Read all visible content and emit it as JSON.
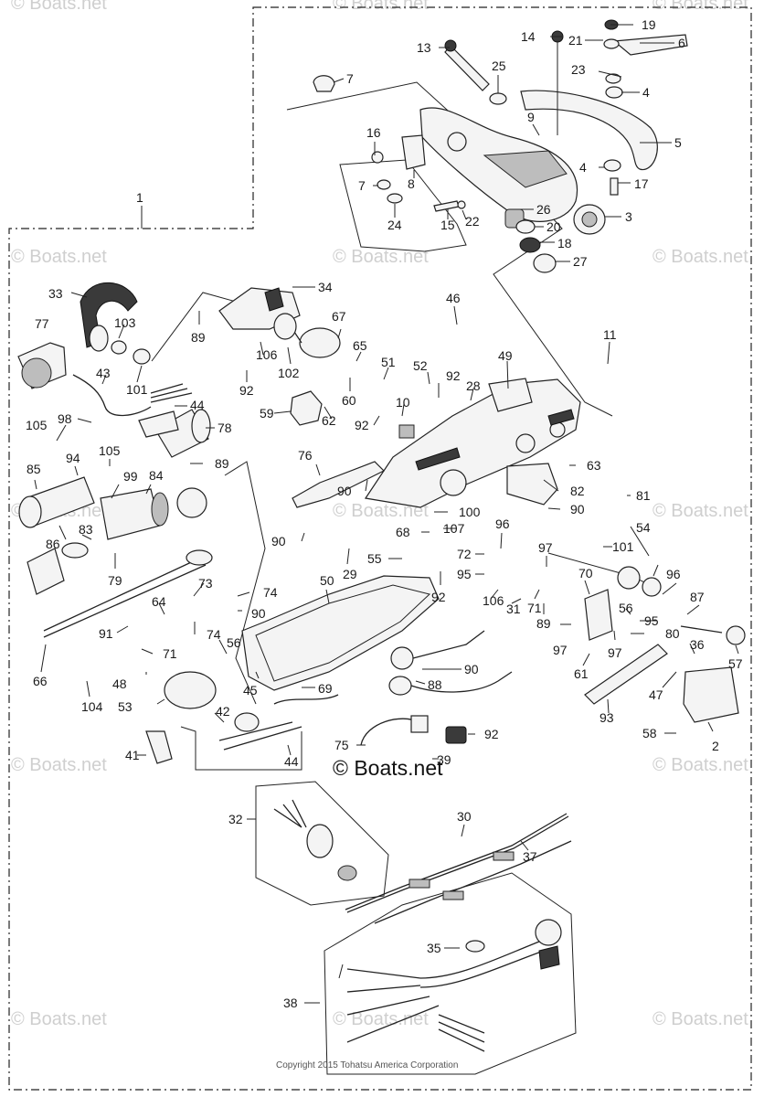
{
  "watermark": "© Boats.net",
  "center_mark": "© Boats.net",
  "copyright": "Copyright 2015 Tohatsu America Corporation",
  "callouts": [
    "19",
    "14",
    "21",
    "6",
    "13",
    "25",
    "7",
    "23",
    "4",
    "9",
    "5",
    "16",
    "4",
    "17",
    "7",
    "8",
    "15",
    "22",
    "26",
    "3",
    "24",
    "20",
    "18",
    "27",
    "1",
    "33",
    "34",
    "77",
    "103",
    "46",
    "89",
    "67",
    "106",
    "65",
    "11",
    "43",
    "101",
    "102",
    "51",
    "52",
    "92",
    "49",
    "92",
    "28",
    "60",
    "44",
    "10",
    "59",
    "62",
    "92",
    "78",
    "98",
    "105",
    "105",
    "89",
    "85",
    "99",
    "84",
    "94",
    "76",
    "63",
    "90",
    "82",
    "86",
    "83",
    "90",
    "100",
    "81",
    "90",
    "107",
    "96",
    "68",
    "29",
    "72",
    "55",
    "97",
    "54",
    "101",
    "95",
    "96",
    "79",
    "106",
    "87",
    "92",
    "74",
    "50",
    "31",
    "70",
    "73",
    "64",
    "90",
    "71",
    "56",
    "95",
    "89",
    "97",
    "80",
    "91",
    "74",
    "71",
    "97",
    "36",
    "56",
    "61",
    "57",
    "66",
    "47",
    "90",
    "48",
    "88",
    "45",
    "69",
    "104",
    "53",
    "93",
    "42",
    "75",
    "92",
    "58",
    "2",
    "41",
    "44",
    "39",
    "32",
    "30",
    "37",
    "35",
    "38"
  ]
}
